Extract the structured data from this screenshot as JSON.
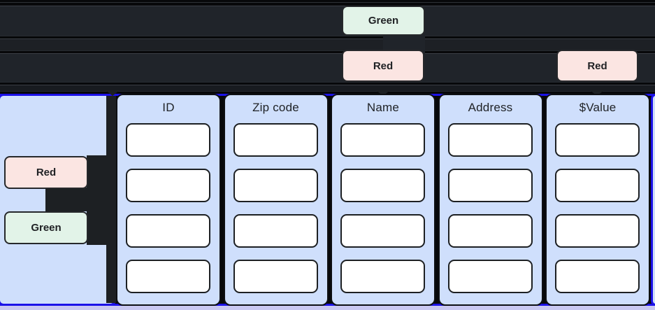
{
  "tags": {
    "lane_green": {
      "label": "Green"
    },
    "lane_red_name": {
      "label": "Red"
    },
    "lane_red_value": {
      "label": "Red"
    },
    "row_red": {
      "label": "Red"
    },
    "row_green": {
      "label": "Green"
    }
  },
  "table": {
    "columns": [
      {
        "header": "ID"
      },
      {
        "header": "Zip code"
      },
      {
        "header": "Name"
      },
      {
        "header": "Address"
      },
      {
        "header": "$Value"
      }
    ],
    "rows_per_column": 4
  },
  "colors": {
    "accent_blue": "#1c12e8",
    "panel_blue": "#cfdffc",
    "bottom_strip_lavender": "#c9c8f1",
    "tag_green": "#e2f3e8",
    "tag_red": "#fbe5e2",
    "lane_dark": "#20242a",
    "box_white": "#ffffff"
  }
}
